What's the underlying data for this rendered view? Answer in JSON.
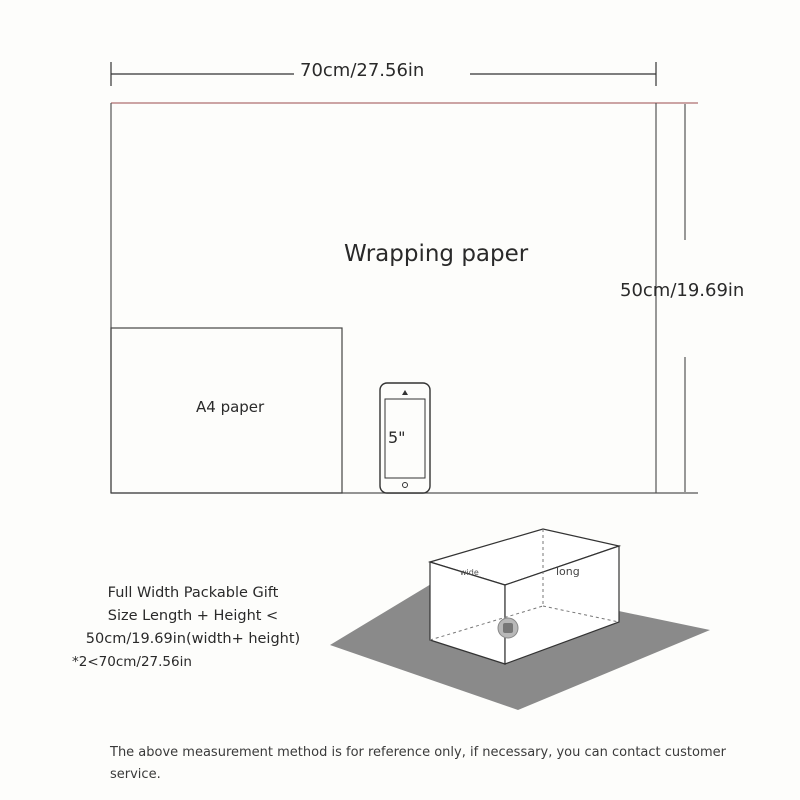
{
  "dimensions": {
    "width_label": "70cm/27.56in",
    "height_label": "50cm/19.69in"
  },
  "sheets": {
    "wrapping_label": "Wrapping paper",
    "a4_label": "A4 paper",
    "phone_label": "5\""
  },
  "gift_box": {
    "wide_label": "wide",
    "long_label": "long"
  },
  "instructions": {
    "line1": "Full Width Packable Gift",
    "line2": "Size Length + Height <",
    "line3": "50cm/19.69in(width+ height)",
    "line4": "*2<70cm/27.56in"
  },
  "footer": {
    "note": "The above measurement method is for reference only, if necessary, you can contact customer service."
  },
  "colors": {
    "outline": "#3a3a3a",
    "accent_line": "#b07070",
    "mat": "#8a8a8a"
  }
}
